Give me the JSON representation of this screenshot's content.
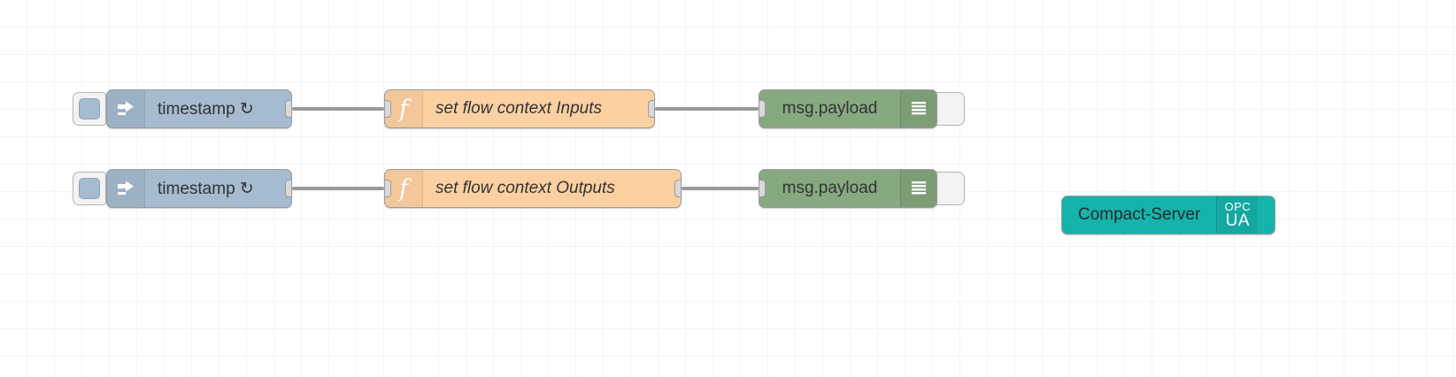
{
  "editor": {
    "name": "node-red-flow-canvas",
    "background": "#ffffff",
    "grid_color": "#ededed",
    "grid_size": 31
  },
  "palette": {
    "inject_color": "#a6bbcf",
    "function_color": "#fdd0a2",
    "debug_color": "#87a980",
    "opcua_color": "#15b3ac",
    "wire_color": "#999999",
    "port_color": "#d9d9d9",
    "text_color": "#333333"
  },
  "flows": [
    {
      "row": 1,
      "inject": {
        "label": "timestamp ↻",
        "icon": "inject-arrow-icon",
        "button": "inject-trigger-button"
      },
      "function": {
        "label": "set flow context Inputs",
        "icon": "function-f-icon"
      },
      "debug": {
        "label": "msg.payload",
        "icon": "debug-lines-icon",
        "toggle": "debug-enable-toggle"
      }
    },
    {
      "row": 2,
      "inject": {
        "label": "timestamp ↻",
        "icon": "inject-arrow-icon",
        "button": "inject-trigger-button"
      },
      "function": {
        "label": "set flow context Outputs",
        "icon": "function-f-icon"
      },
      "debug": {
        "label": "msg.payload",
        "icon": "debug-lines-icon",
        "toggle": "debug-enable-toggle"
      }
    }
  ],
  "standalone": {
    "opcua_server": {
      "label": "Compact-Server",
      "icon_line1": "OPC",
      "icon_line2": "UA"
    }
  }
}
